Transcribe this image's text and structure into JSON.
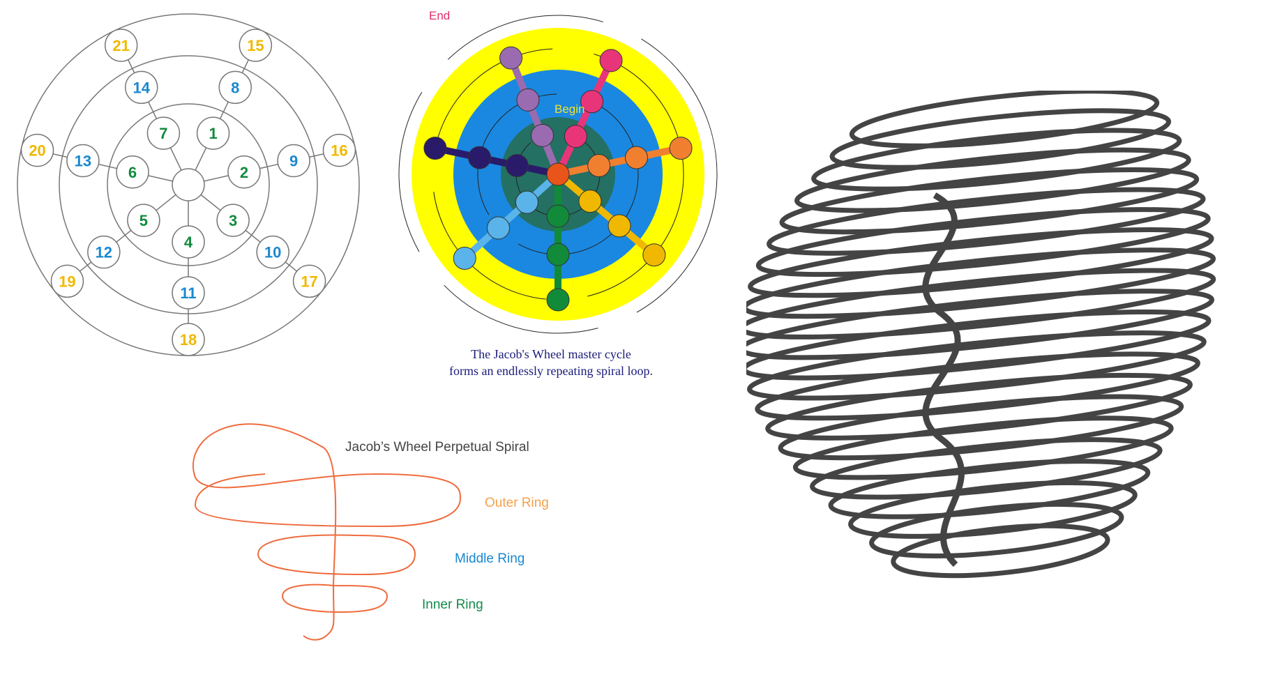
{
  "wheel_graph": {
    "colors": {
      "yellow": "#f0b800",
      "blue": "#1a88d0",
      "green": "#138a3e",
      "line": "#777777"
    },
    "rings": [
      {
        "color": "green",
        "numbers": [
          "1",
          "2",
          "3",
          "4",
          "5",
          "6",
          "7"
        ]
      },
      {
        "color": "blue",
        "numbers": [
          "8",
          "9",
          "10",
          "11",
          "12",
          "13",
          "14"
        ]
      },
      {
        "color": "yellow",
        "numbers": [
          "15",
          "16",
          "17",
          "18",
          "19",
          "20",
          "21"
        ]
      }
    ]
  },
  "master_cycle": {
    "labels": {
      "end": "End",
      "begin": "Begin"
    },
    "colors": {
      "outer": "#ffff00",
      "middle": "#1a88e0",
      "inner": "#247063",
      "center": "#e8541a",
      "purple": "#9a6bb0",
      "pink": "#e8357a",
      "orange": "#f08030",
      "gold": "#f0b800",
      "green": "#118a3a",
      "lightblue": "#5ab4ea",
      "navy": "#2a1a6a",
      "end_label": "#e0306a",
      "begin_label": "#f0e030"
    },
    "caption_line1": "The Jacob's Wheel master cycle",
    "caption_line2": "forms an endlessly repeating spiral loop."
  },
  "spiral": {
    "title": "Jacob’s Wheel Perpetual Spiral",
    "outer_label": "Outer Ring",
    "middle_label": "Middle Ring",
    "inner_label": "Inner Ring",
    "colors": {
      "curve": "#ef6b3c",
      "outer": "#f4a14c",
      "middle": "#1a88d0",
      "inner": "#138a4a",
      "title": "#444444"
    }
  },
  "coil": {
    "color": "#444444"
  }
}
